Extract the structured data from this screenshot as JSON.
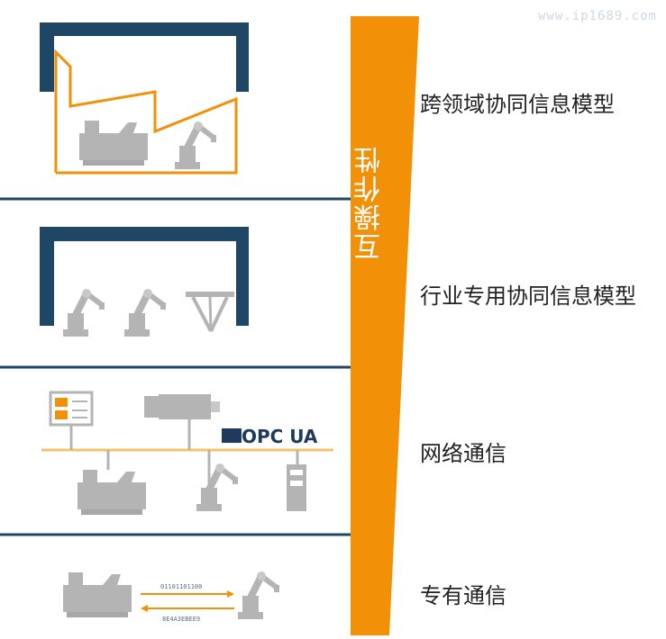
{
  "watermark": "www.ip1689.com",
  "vertical_label": "互操作性",
  "levels": [
    {
      "label": "跨领域协同信息模型"
    },
    {
      "label": "行业专用协同信息模型"
    },
    {
      "label": "网络通信"
    },
    {
      "label": "专有通信"
    }
  ],
  "opc_logo_text": "OPC UA",
  "bits_top": "01101101100",
  "bits_bottom": "8E4A3EBEE9",
  "colors": {
    "navy": "#1f4664",
    "orange": "#f29008",
    "gray": "#b4b4b4",
    "line_yellow": "#f5c36a"
  }
}
